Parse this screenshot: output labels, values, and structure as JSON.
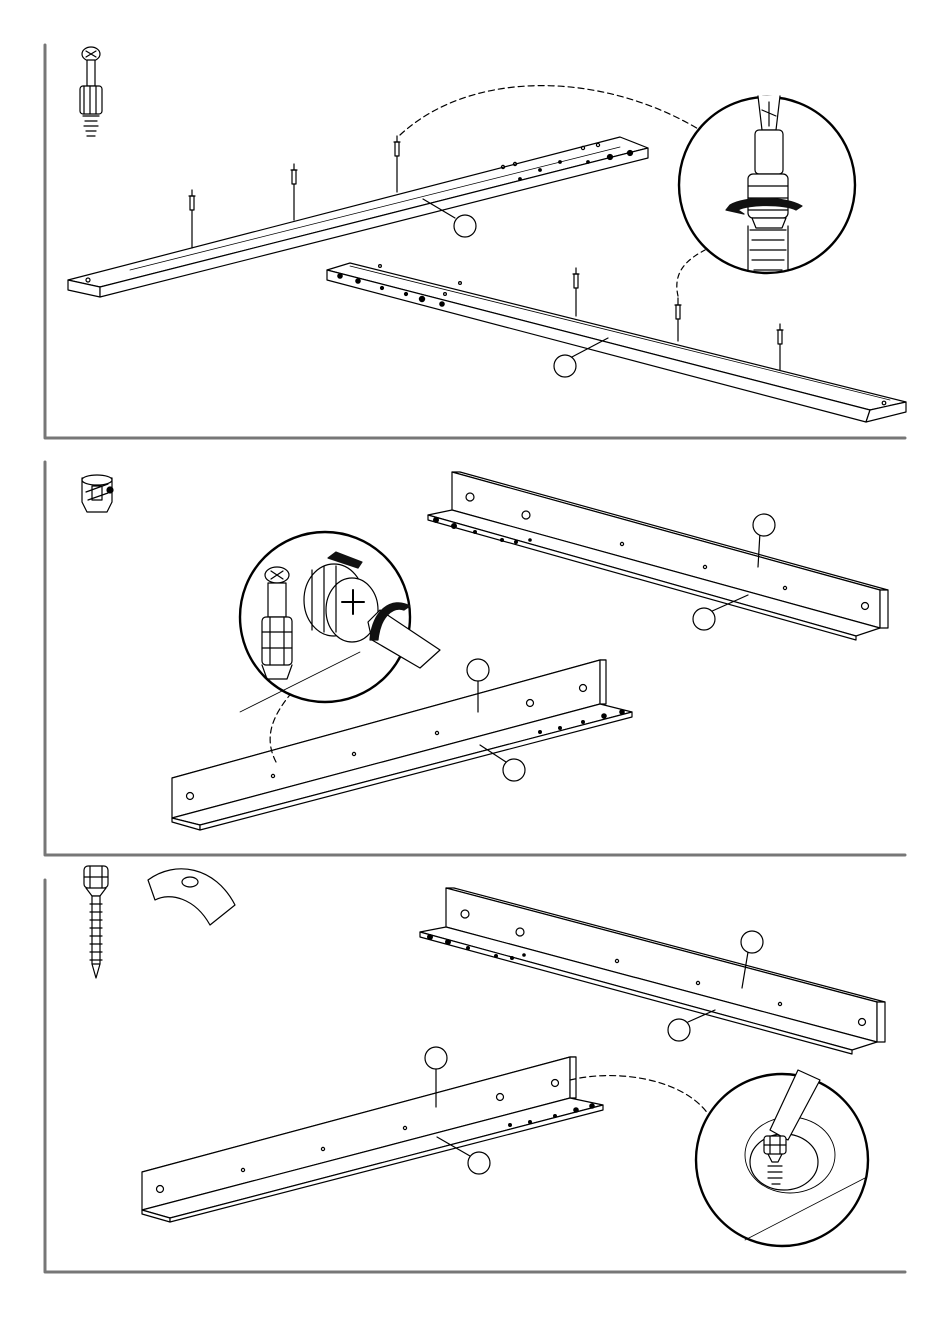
{
  "document": {
    "type": "assembly-instructions",
    "steps": [
      {
        "hardware": "cam-dowel-screw-icon",
        "parts": [
          "long-board-upper",
          "long-board-lower"
        ],
        "fasteners": 6,
        "detail": "screw-in-dowel-detail"
      },
      {
        "hardware": "cam-lock-housing-icon",
        "parts": [
          "l-rail-upper",
          "l-rail-lower"
        ],
        "detail": "cam-lock-tightening-detail"
      },
      {
        "hardware": [
          "screw-with-cross-head-icon",
          "cover-cap-icon"
        ],
        "parts": [
          "l-rail-upper",
          "l-rail-lower"
        ],
        "detail": "screw-insertion-detail"
      }
    ],
    "colors": {
      "line": "#000000",
      "frame": "#666666",
      "arrow": "#111111"
    }
  }
}
